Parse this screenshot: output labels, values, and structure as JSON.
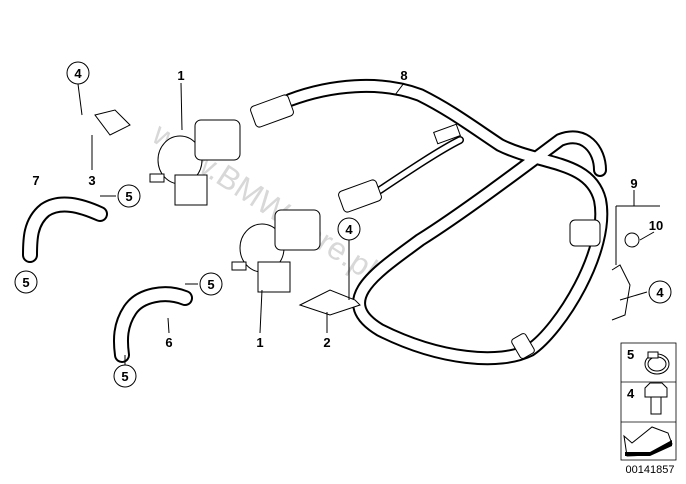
{
  "diagram": {
    "callouts": [
      {
        "id": "c4a",
        "text": "4",
        "circled": true
      },
      {
        "id": "c1a",
        "text": "1",
        "circled": false
      },
      {
        "id": "c8",
        "text": "8",
        "circled": false
      },
      {
        "id": "c3",
        "text": "3",
        "circled": false
      },
      {
        "id": "c7",
        "text": "7",
        "circled": false
      },
      {
        "id": "c5a",
        "text": "5",
        "circled": true
      },
      {
        "id": "c5b",
        "text": "5",
        "circled": true
      },
      {
        "id": "c9",
        "text": "9",
        "circled": false
      },
      {
        "id": "c10",
        "text": "10",
        "circled": false
      },
      {
        "id": "c4b",
        "text": "4",
        "circled": true
      },
      {
        "id": "c5c",
        "text": "5",
        "circled": true
      },
      {
        "id": "c4c",
        "text": "4",
        "circled": true
      },
      {
        "id": "c6",
        "text": "6",
        "circled": false
      },
      {
        "id": "c1b",
        "text": "1",
        "circled": false
      },
      {
        "id": "c2",
        "text": "2",
        "circled": false
      },
      {
        "id": "c5d",
        "text": "5",
        "circled": true
      }
    ],
    "legend": [
      {
        "text": "5",
        "icon": "hose-clamp-icon"
      },
      {
        "text": "4",
        "icon": "hex-bolt-icon"
      }
    ],
    "watermark": "www.BMWstore.pl",
    "diagram_code": "00141857"
  }
}
